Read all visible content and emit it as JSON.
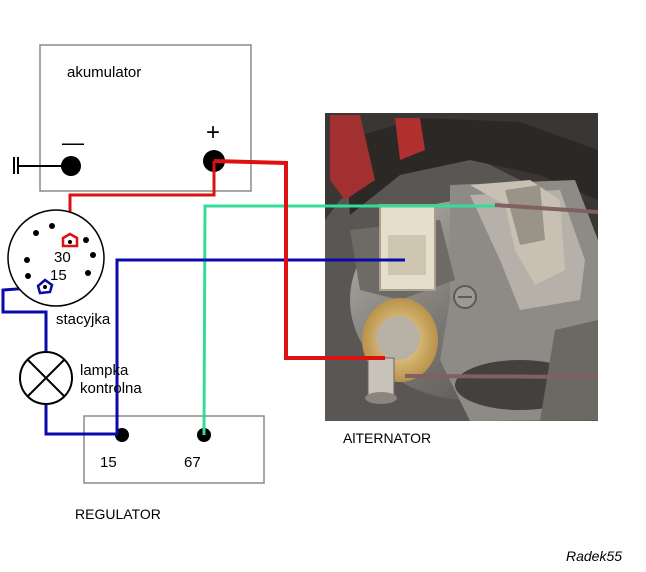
{
  "battery": {
    "label": "akumulator",
    "minus": "—",
    "plus": "+"
  },
  "ground_symbol": "⊣",
  "ignition": {
    "pin30": "30",
    "pin15": "15",
    "label": "stacyjka"
  },
  "lamp": {
    "label_line1": "lampka",
    "label_line2": "kontrolna"
  },
  "regulator": {
    "terminal_15": "15",
    "terminal_67": "67",
    "label": "REGULATOR"
  },
  "alternator": {
    "label": "AlTERNATOR"
  },
  "signature": "Radek55",
  "colors": {
    "wire_red": "#dd1111",
    "wire_blue": "#0a0aaa",
    "wire_green": "#33dd99",
    "wire_brown": "#806060",
    "box_border": "#8a8a8a"
  }
}
